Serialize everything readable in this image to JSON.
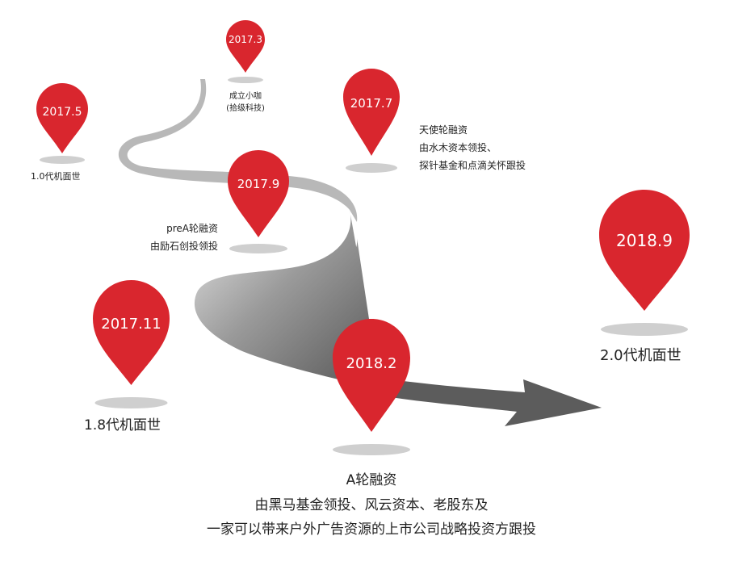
{
  "colors": {
    "pin": "#d9262e",
    "road_dark": "#5c5c5c",
    "road_light": "#c8c8c8",
    "shadow": "#cfcfcf",
    "text": "#222222"
  },
  "milestones": [
    {
      "date": "2017.3",
      "lines": [
        "成立小咖",
        "(拾级科技)"
      ]
    },
    {
      "date": "2017.5",
      "lines": [
        "1.0代机面世"
      ]
    },
    {
      "date": "2017.7",
      "lines": [
        "天使轮融资",
        "由水木资本领投、",
        "探针基金和点滴关怀跟投"
      ]
    },
    {
      "date": "2017.9",
      "lines": [
        "preA轮融资",
        "由励石创投领投"
      ]
    },
    {
      "date": "2017.11",
      "lines": [
        "1.8代机面世"
      ]
    },
    {
      "date": "2018.2",
      "lines": [
        "A轮融资",
        "由黑马基金领投、风云资本、老股东及",
        "一家可以带来户外广告资源的上市公司战略投资方跟投"
      ]
    },
    {
      "date": "2018.9",
      "lines": [
        "2.0代机面世"
      ]
    }
  ]
}
